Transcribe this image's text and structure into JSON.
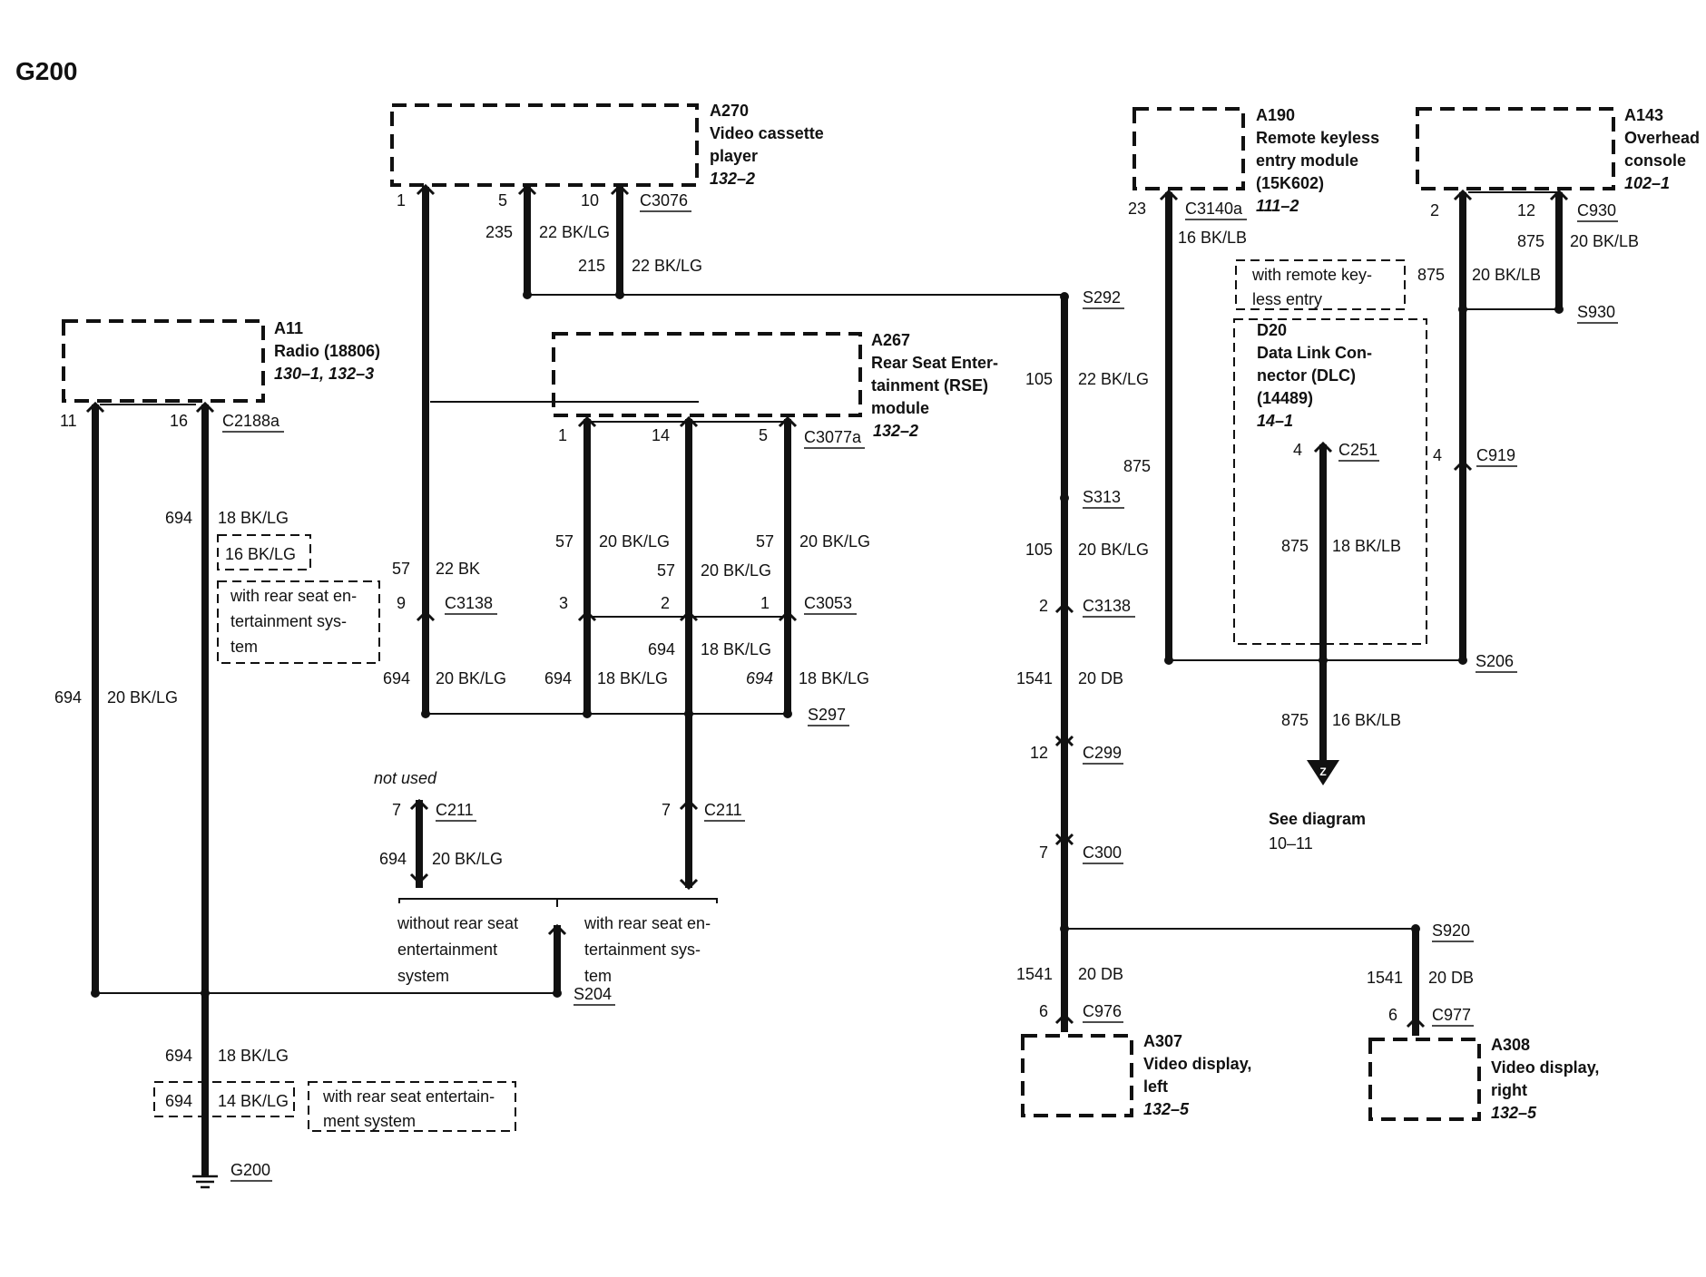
{
  "title": "G200",
  "components": {
    "a270": {
      "id": "A270",
      "name1": "Video cassette",
      "name2": "player",
      "ref": "132–2"
    },
    "a11": {
      "id": "A11",
      "name1": "Radio (18806)",
      "ref": "130–1, 132–3"
    },
    "a267": {
      "id": "A267",
      "name1": "Rear Seat Enter-",
      "name2": "tainment (RSE)",
      "name3": "module",
      "ref": "132–2"
    },
    "a190": {
      "id": "A190",
      "name1": "Remote keyless",
      "name2": "entry module",
      "name3": "(15K602)",
      "ref": "111–2"
    },
    "a143": {
      "id": "A143",
      "name1": "Overhead",
      "name2": "console",
      "ref": "102–1"
    },
    "d20": {
      "id": "D20",
      "name1": "Data Link Con-",
      "name2": "nector (DLC)",
      "name3": "(14489)",
      "ref": "14–1"
    },
    "a307": {
      "id": "A307",
      "name1": "Video display,",
      "name2": "left",
      "ref": "132–5"
    },
    "a308": {
      "id": "A308",
      "name1": "Video display,",
      "name2": "right",
      "ref": "132–5"
    }
  },
  "connectors": {
    "c3076": "C3076",
    "c2188a": "C2188a",
    "c3077a": "C3077a",
    "c3140a": "C3140a",
    "c930": "C930",
    "c251": "C251",
    "c919": "C919",
    "c3138": "C3138",
    "c3053": "C3053",
    "c211": "C211",
    "c299": "C299",
    "c300": "C300",
    "c976": "C976",
    "c977": "C977"
  },
  "splices": {
    "s292": "S292",
    "s930": "S930",
    "s313": "S313",
    "s206": "S206",
    "s297": "S297",
    "s204": "S204",
    "s920": "S920",
    "ground": "G200"
  },
  "pins": {
    "p1": "1",
    "p2": "2",
    "p3": "3",
    "p4": "4",
    "p5": "5",
    "p6": "6",
    "p7": "7",
    "p9": "9",
    "p10": "10",
    "p11": "11",
    "p12": "12",
    "p14": "14",
    "p16": "16",
    "p23": "23"
  },
  "circuits": {
    "c57": "57",
    "c105": "105",
    "c215": "215",
    "c235": "235",
    "c694": "694",
    "c875": "875",
    "c1541": "1541"
  },
  "wires": {
    "bklg22": "22 BK/LG",
    "bk22": "22 BK",
    "bklg20": "20 BK/LG",
    "bklg18": "18 BK/LG",
    "bklg16": "16 BK/LG",
    "bklg14": "14 BK/LG",
    "bklb16": "16 BK/LB",
    "bklb20": "20 BK/LB",
    "bklb18": "18 BK/LB",
    "db20": "20 DB"
  },
  "notes": {
    "remote1": "with remote key-",
    "remote2": "less entry",
    "rse_a1": "with rear seat en-",
    "rse_a2": "tertainment sys-",
    "rse_a3": "tem",
    "not_used": "not used",
    "without1": "without rear seat",
    "without2": "entertainment",
    "without3": "system",
    "with1": "with rear seat en-",
    "with2": "tertainment sys-",
    "with3": "tem",
    "rse_b1": "with rear seat entertain-",
    "rse_b2": "ment system",
    "see_diagram": "See diagram",
    "see_ref": "10–11",
    "z": "Z"
  }
}
